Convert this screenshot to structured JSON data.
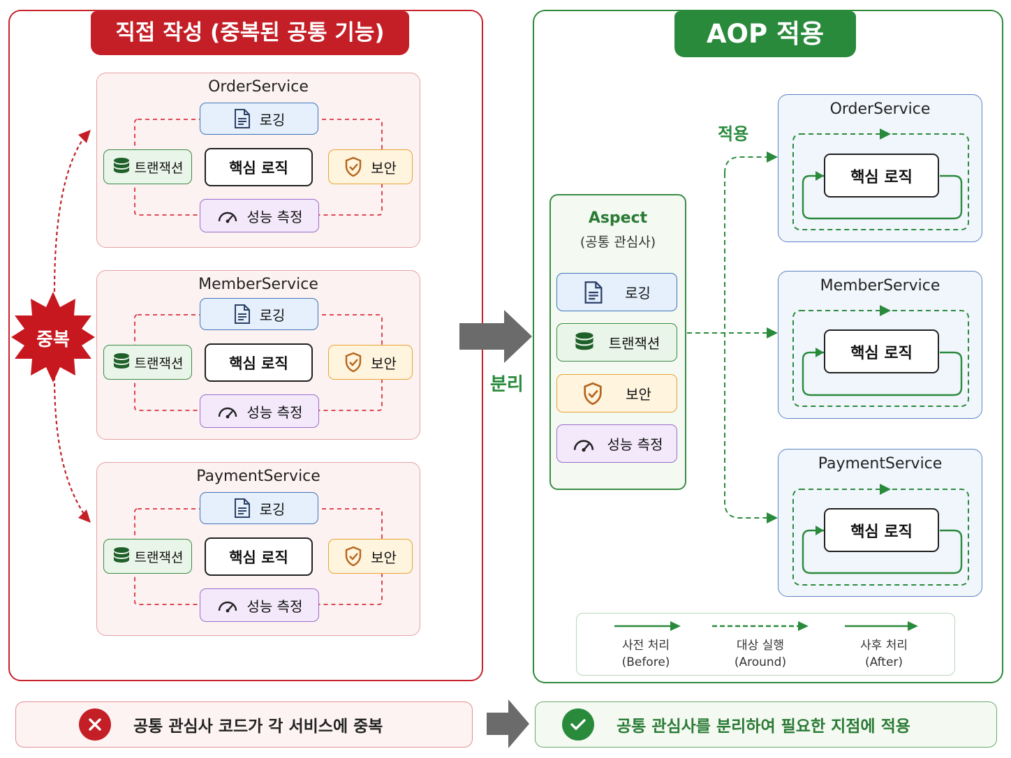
{
  "left_panel": {
    "banner": "직접 작성 (중복된 공통 기능)",
    "duplicate_badge": "중복",
    "services": [
      {
        "name": "OrderService",
        "logging": "로깅",
        "transaction": "트랜잭션",
        "core": "핵심 로직",
        "security": "보안",
        "performance": "성능 측정"
      },
      {
        "name": "MemberService",
        "logging": "로깅",
        "transaction": "트랜잭션",
        "core": "핵심 로직",
        "security": "보안",
        "performance": "성능 측정"
      },
      {
        "name": "PaymentService",
        "logging": "로깅",
        "transaction": "트랜잭션",
        "core": "핵심 로직",
        "security": "보안",
        "performance": "성능 측정"
      }
    ]
  },
  "separate_label": "분리",
  "right_panel": {
    "banner": "AOP 적용",
    "aspect": {
      "title": "Aspect",
      "subtitle": "(공통 관심사)",
      "items": [
        "로깅",
        "트랜잭션",
        "보안",
        "성능 측정"
      ]
    },
    "apply_label": "적용",
    "services": [
      {
        "name": "OrderService",
        "core": "핵심 로직"
      },
      {
        "name": "MemberService",
        "core": "핵심 로직"
      },
      {
        "name": "PaymentService",
        "core": "핵심 로직"
      }
    ],
    "legend": [
      {
        "title": "사전 처리",
        "sub": "(Before)"
      },
      {
        "title": "대상 실행",
        "sub": "(Around)"
      },
      {
        "title": "사후 처리",
        "sub": "(After)"
      }
    ]
  },
  "bottom": {
    "left_text": "공통 관심사 코드가 각 서비스에 중복",
    "right_text": "공통 관심사를 분리하여 필요한 지점에 적용"
  },
  "colors": {
    "red": "#c41f27",
    "green": "#2a8a3c",
    "blue": "#3f73b8",
    "orange": "#e8a234",
    "purple": "#9a6ccb"
  }
}
